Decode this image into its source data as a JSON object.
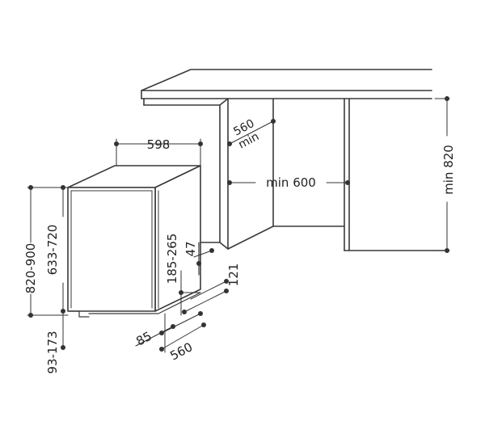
{
  "colors": {
    "line": "#3a3a3a",
    "dim": "#333333",
    "fill": "#ffffff"
  },
  "labels": {
    "width_top": "598",
    "niche_depth_top": "560",
    "niche_depth_bottom": "min",
    "niche_width": "min 600",
    "niche_height": "min 820",
    "overall_height": "820-900",
    "body_height": "633-720",
    "plinth_height": "93-173",
    "plinth_range": "185-265",
    "small_offset": "47",
    "side_clearance": "121",
    "front_offset": "85",
    "depth_bottom": "560"
  }
}
